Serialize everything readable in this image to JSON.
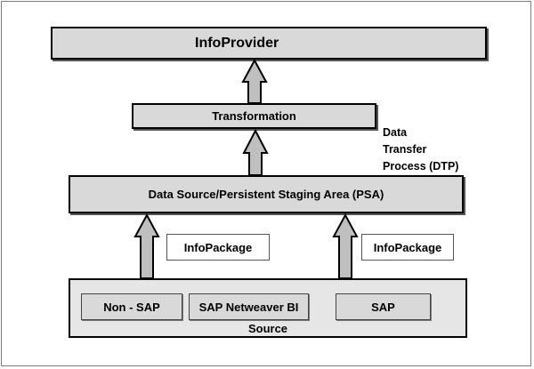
{
  "diagram": {
    "infoprovider": "InfoProvider",
    "transformation": "Transformation",
    "dtp_label": "Data\nTransfer\nProcess (DTP)",
    "psa": "Data Source/Persistent Staging Area (PSA)",
    "infopackage_left": "InfoPackage",
    "infopackage_right": "InfoPackage",
    "sources": [
      "Non - SAP",
      "SAP Netweaver BI",
      "SAP"
    ],
    "source_label": "Source"
  },
  "colors": {
    "box_fill": "#d9d9d9",
    "source_fill": "#e6e6e6",
    "arrow_fill": "#bfbfbf",
    "border": "#000000"
  }
}
